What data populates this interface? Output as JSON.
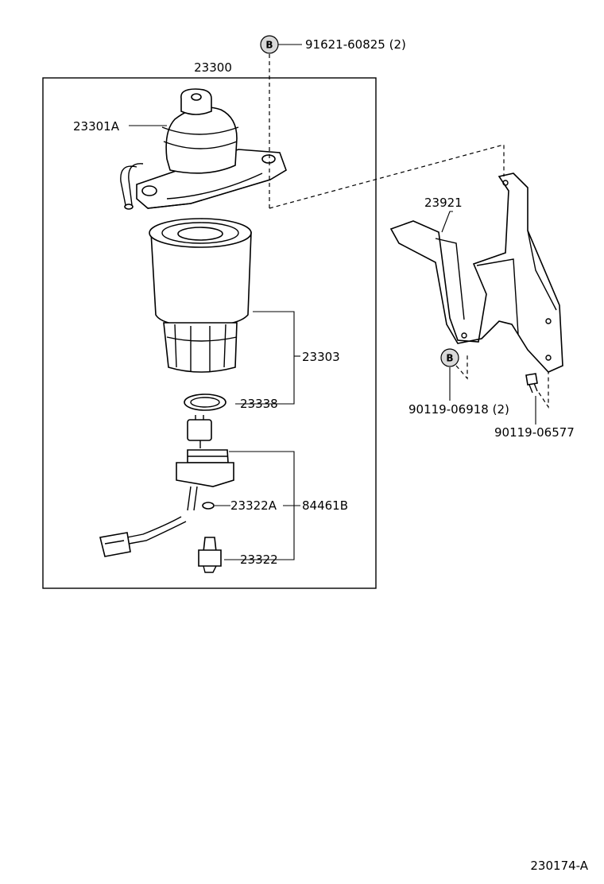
{
  "labels": {
    "assembly": "23300",
    "cap": "23301A",
    "element": "23303",
    "gasket": "23338",
    "oring": "23322A",
    "sensor_kit": "84461B",
    "drain_plug": "23322",
    "bracket": "23921",
    "bolt_b_top": "91621-60825 (2)",
    "bolt_b_bottom": "90119-06918 (2)",
    "bolt_side": "90119-06577",
    "figure_code": "230174-A"
  },
  "badges": {
    "top": "B",
    "bottom": "B"
  }
}
